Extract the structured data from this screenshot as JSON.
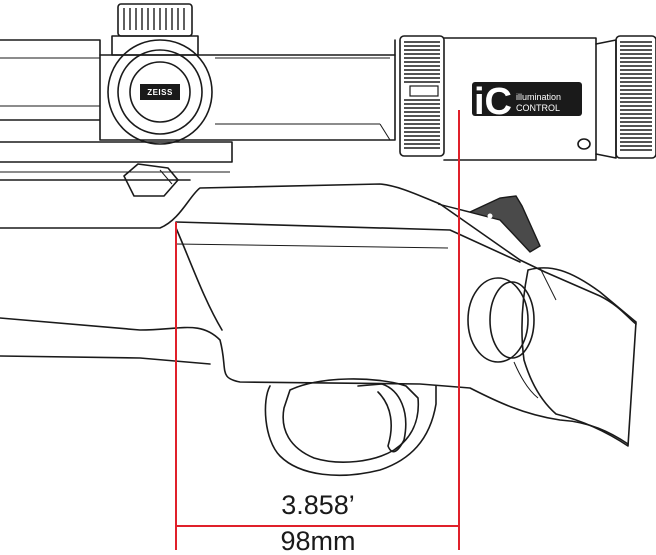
{
  "badge": {
    "mark": "iC",
    "line1": "illumination",
    "line2": "CONTROL"
  },
  "logo": {
    "text": "ZEISS"
  },
  "dimension": {
    "imperial": "3.858’",
    "metric": "98mm"
  },
  "colors": {
    "outline": "#1a1a1a",
    "dimension_line": "#e0202a",
    "badge_bg": "#1a1a1a",
    "background": "#ffffff"
  }
}
